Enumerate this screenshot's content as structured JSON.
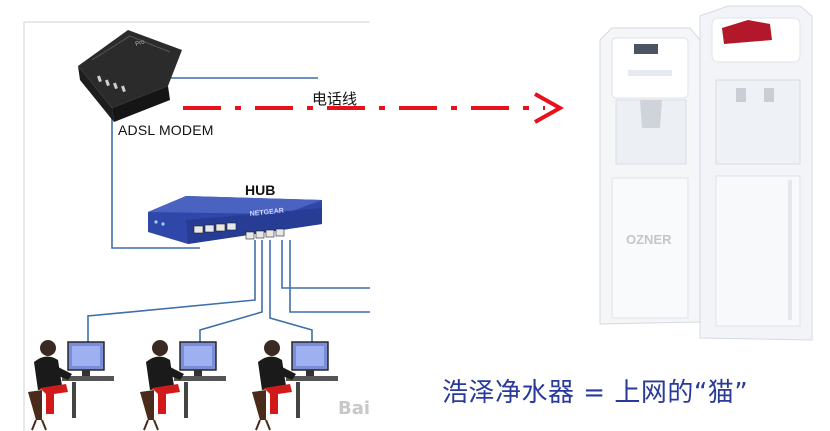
{
  "diagram": {
    "modem_label": "ADSL MODEM",
    "hub_label": "HUB",
    "hub_brand": "NETGEAR",
    "phone_line_label": "电话线",
    "dispenser_brand": "OZNER",
    "caption": "浩泽净水器 = 上网的“猫”",
    "watermark": "Bai"
  },
  "colors": {
    "cable": "#3f6fa8",
    "arrow": "#e8101a",
    "hub_body": "#2f47a8",
    "caption": "#2a3a9a",
    "modem": "#2b2b2b"
  },
  "icons": [
    "modem-device-icon",
    "hub-device-icon",
    "computer-user-icon",
    "water-dispenser-icon",
    "arrow-right-icon"
  ]
}
